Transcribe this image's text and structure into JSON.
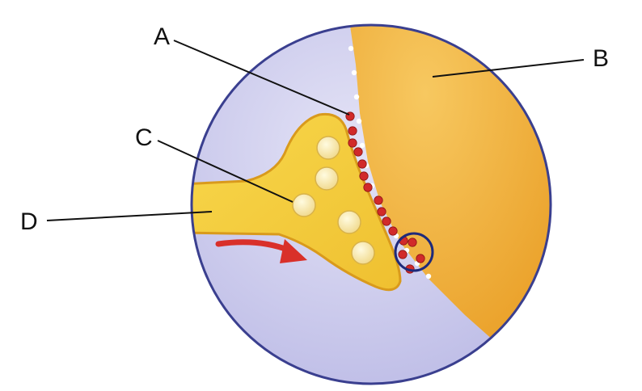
{
  "labels": {
    "a": "A",
    "b": "B",
    "c": "C",
    "d": "D"
  },
  "colors": {
    "circle_bg": "#c9c8ec",
    "circle_border": "#3a3f8f",
    "cell_b": "#f0a82a",
    "cell_b_light": "#f7c860",
    "terminal": "#f5cf3c",
    "terminal_edge": "#d99a1c",
    "vesicle": "#f8ecb0",
    "neurotransmitter": "#d12a2a",
    "arrow": "#d9302a",
    "highlight_ring": "#1e2a7a",
    "leader_line": "#111111"
  },
  "icons": {
    "arrow": "red-curved-arrow",
    "ring": "highlight-circle"
  }
}
